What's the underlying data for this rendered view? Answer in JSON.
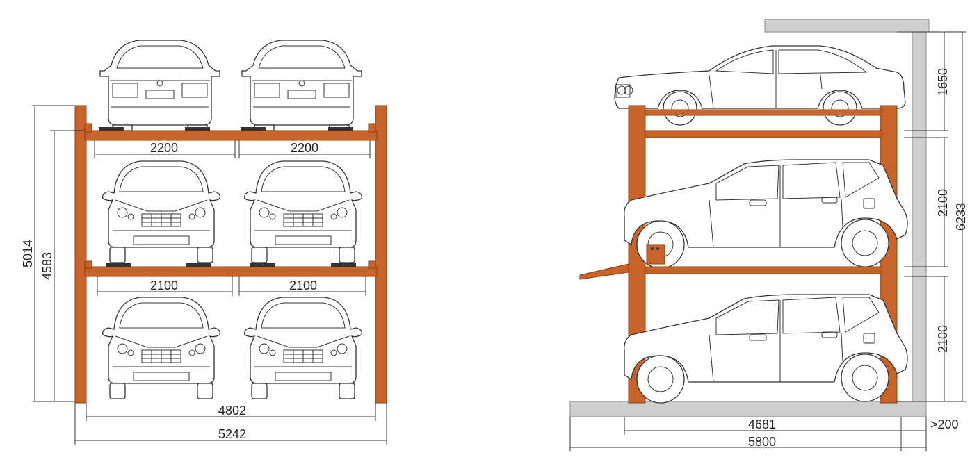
{
  "colors": {
    "steel": "#c8632a",
    "steel_dark": "#8a3f14",
    "wall": "#cfcfcf",
    "line": "#333333"
  },
  "front_view": {
    "platform_width_top_left": "2200",
    "platform_width_top_right": "2200",
    "platform_width_mid_left": "2100",
    "platform_width_mid_right": "2100",
    "height_outer": "5014",
    "height_inner": "4583",
    "width_inner": "4802",
    "width_outer": "5242"
  },
  "side_view": {
    "level_height_top": "1650",
    "level_height_mid": "2100",
    "level_height_bottom": "2100",
    "total_height": "6233",
    "length_inner": "4681",
    "length_outer": "5800",
    "wall_clearance": ">200"
  }
}
